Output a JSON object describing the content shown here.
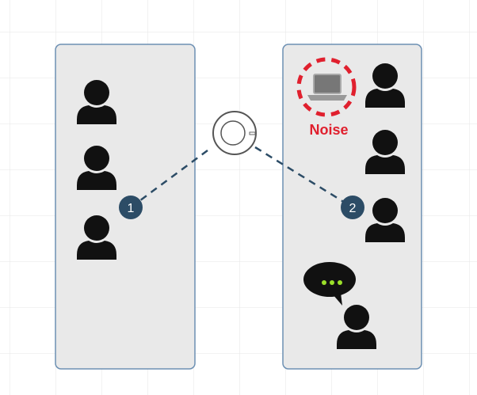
{
  "noise_label": "Noise",
  "badges": {
    "one": "1",
    "two": "2"
  },
  "colors": {
    "room_fill": "#e9e9e9",
    "room_stroke": "#6d90b3",
    "badge": "#2c4c66",
    "noise": "#e0202e",
    "dots": "#9be02a",
    "person": "#111111"
  }
}
